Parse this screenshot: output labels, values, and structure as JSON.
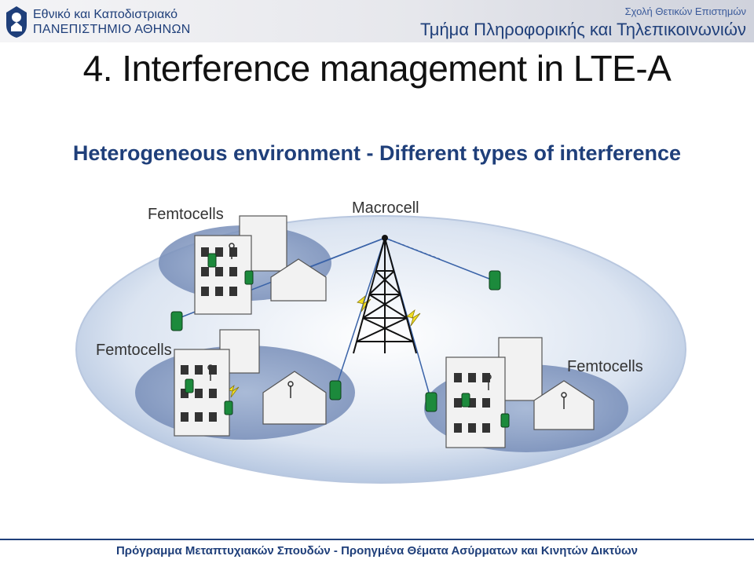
{
  "header": {
    "university_line1": "Εθνικό και Καποδιστριακό",
    "university_line2": "ΠΑΝΕΠΙΣΤΗΜΙΟ ΑΘΗΝΩΝ",
    "school": "Σχολή Θετικών Επιστημών",
    "department": "Τμήμα Πληροφορικής και Τηλεπικοινωνιών"
  },
  "slide": {
    "title": "4. Interference management in LTE-A",
    "subtitle": "Heterogeneous environment - Different types of interference"
  },
  "diagram": {
    "labels": {
      "macrocell": "Macrocell",
      "femto_top_left": "Femtocells",
      "femto_left": "Femtocells",
      "femto_right": "Femtocells"
    }
  },
  "footer": {
    "text": "Πρόγραμμα Μεταπτυχιακών Σπουδών - Προηγμένα Θέματα Ασύρματων και Κινητών Δικτύων"
  },
  "colors": {
    "brand_blue": "#1f3f7a",
    "ellipse": "#a9bddb",
    "phone_green": "#1c8a3c"
  }
}
